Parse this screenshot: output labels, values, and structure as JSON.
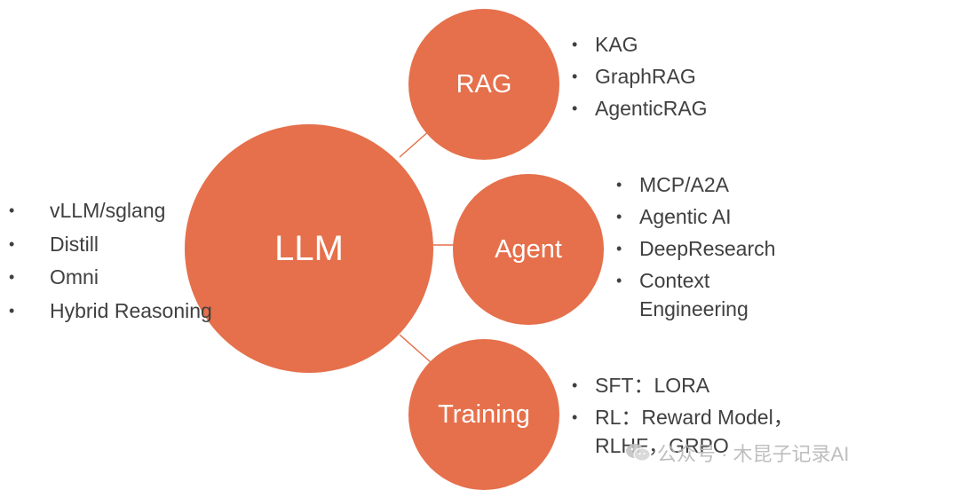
{
  "diagram": {
    "center": {
      "label": "LLM"
    },
    "branches": [
      {
        "label": "RAG",
        "items": [
          "KAG",
          "GraphRAG",
          "AgenticRAG"
        ]
      },
      {
        "label": "Agent",
        "items": [
          "MCP/A2A",
          "Agentic AI",
          "DeepResearch",
          "Context Engineering"
        ]
      },
      {
        "label": "Training",
        "items": [
          "SFT：LORA",
          "RL：Reward Model，RLHF，GRPO"
        ]
      }
    ],
    "center_items": [
      "vLLM/sglang",
      "Distill",
      "Omni",
      "Hybrid Reasoning"
    ]
  },
  "watermark": {
    "text": "公众号 · 木昆子记录AI",
    "icon": "wechat-icon"
  },
  "colors": {
    "node_fill": "#e5704b",
    "node_text": "#ffffff",
    "list_text": "#404040",
    "connector": "#e5704b"
  }
}
